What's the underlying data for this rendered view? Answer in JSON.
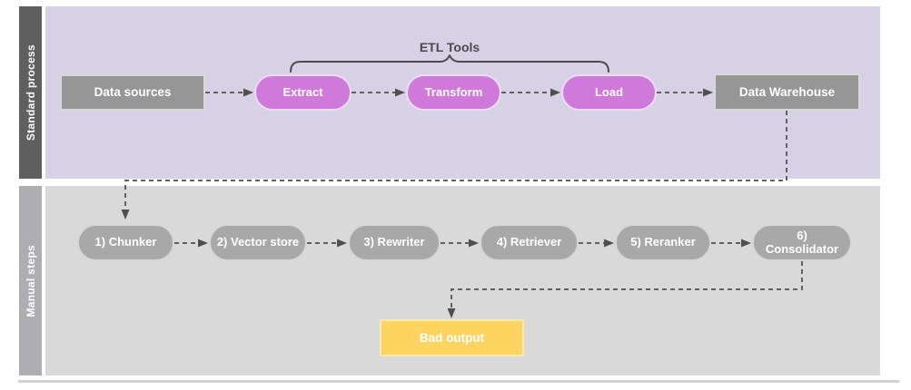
{
  "diagram": {
    "lanes": {
      "standard": {
        "label": "Standard process"
      },
      "manual": {
        "label": "Manual steps"
      }
    },
    "brace_label": "ETL Tools",
    "standard_nodes": {
      "data_sources": "Data sources",
      "extract": "Extract",
      "transform": "Transform",
      "load": "Load",
      "data_warehouse": "Data Warehouse"
    },
    "manual_nodes": {
      "chunker": "1) Chunker",
      "vector_store": "2) Vector store",
      "rewriter": "3) Rewriter",
      "retriever": "4) Retriever",
      "reranker": "5) Reranker",
      "consolidator": "6) Consolidator"
    },
    "output_node": "Bad output",
    "colors": {
      "standard_lane_bg": "#d7d1e6",
      "manual_lane_bg": "#d9d9d9",
      "standard_bar_bg": "#5f5f5f",
      "manual_bar_bg": "#b0adb2",
      "etl_pill_fill": "#cf79da",
      "gray_box_fill": "#969696",
      "manual_pill_fill": "#a8a8a8",
      "bad_output_fill": "#fcd45f",
      "connector": "#616161",
      "node_text": "#ffffff"
    }
  }
}
